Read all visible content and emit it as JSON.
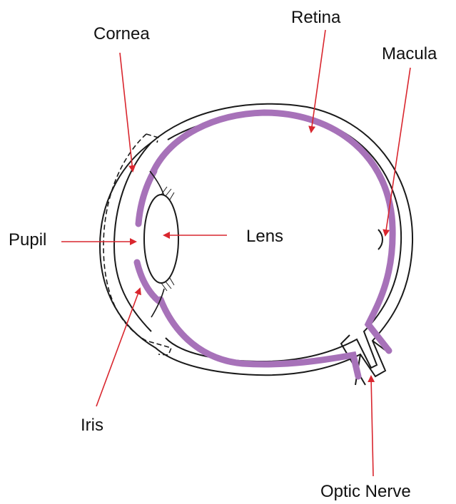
{
  "labels": {
    "cornea": "Cornea",
    "retina": "Retina",
    "macula": "Macula",
    "pupil": "Pupil",
    "lens": "Lens",
    "iris": "Iris",
    "optic_nerve": "Optic Nerve"
  },
  "colors": {
    "outline": "#1a1a1a",
    "retina_layer": "#a772b9",
    "pointer": "#d9262e",
    "text": "#111111",
    "background": "#ffffff"
  }
}
